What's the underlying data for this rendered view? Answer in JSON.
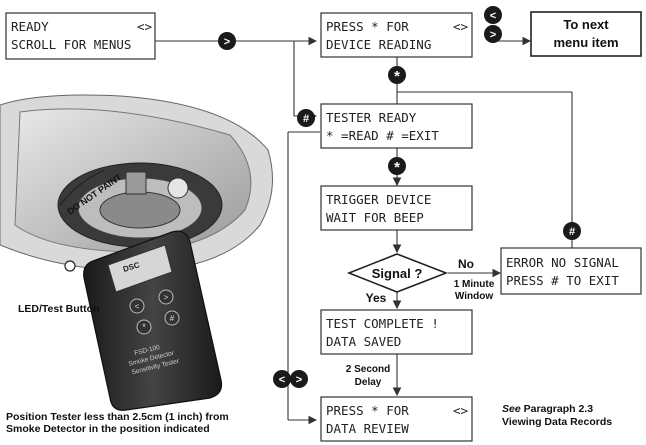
{
  "screens": {
    "ready": {
      "line1": "READY",
      "line2": "SCROLL FOR MENUS",
      "arrows": "<>"
    },
    "press_read": {
      "line1": "PRESS * FOR",
      "line2": "DEVICE READING",
      "arrows": "<>"
    },
    "tester_ready": {
      "line1": "TESTER READY",
      "line2": "* =READ # =EXIT"
    },
    "trigger": {
      "line1": "TRIGGER DEVICE",
      "line2": "WAIT FOR BEEP"
    },
    "error": {
      "line1": "ERROR NO SIGNAL",
      "line2": "PRESS # TO EXIT"
    },
    "complete": {
      "line1": "TEST COMPLETE !",
      "line2": "DATA SAVED"
    },
    "review": {
      "line1": "PRESS * FOR",
      "line2": "DATA REVIEW",
      "arrows": "<>"
    }
  },
  "next_item": {
    "line1": "To next",
    "line2": "menu item"
  },
  "decision": {
    "label": "Signal ?",
    "no": "No",
    "yes": "Yes",
    "timeout_line1": "1 Minute",
    "timeout_line2": "Window"
  },
  "delay": {
    "line1": "2 Second",
    "line2": "Delay"
  },
  "key_glyphs": {
    "next": ">",
    "prev": "<",
    "star": "*",
    "hash": "#"
  },
  "paragraph_ref": {
    "see": "See",
    "para": " Paragraph 2.3",
    "line2": "Viewing Data Records"
  },
  "led_label": "LED/Test Button",
  "caption": {
    "line1": "Position Tester less than 2.5cm (1 inch) from",
    "line2": "Smoke Detector in the position indicated"
  },
  "device": {
    "detector_text": "DO NOT PAINT",
    "tester_brand": "DSC",
    "tester_model": "FSD-100",
    "tester_line1": "Smoke Detector",
    "tester_line2": "Sensitivity Tester"
  },
  "colors": {
    "key_bg": "#1a1a1a",
    "line": "#333333",
    "device_dark": "#2b2b2b"
  }
}
